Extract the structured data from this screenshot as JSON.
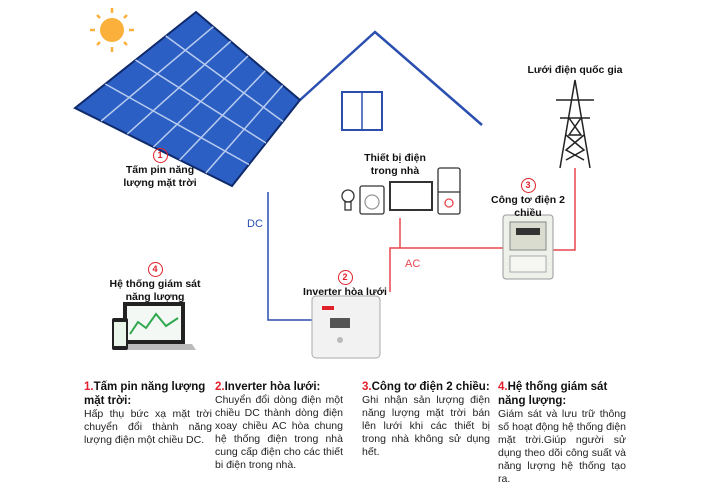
{
  "labels": {
    "panel": {
      "num": "1",
      "text": "Tấm pin năng lượng mặt trời"
    },
    "devices": {
      "text": "Thiết bị điện trong nhà"
    },
    "grid": {
      "text": "Lưới điện quốc gia"
    },
    "meter": {
      "num": "3",
      "text": "Công tơ điện 2 chiều"
    },
    "inverter": {
      "num": "2",
      "text": "Inverter hòa lưới"
    },
    "monitor": {
      "num": "4",
      "text": "Hệ thống giám sát năng lượng"
    }
  },
  "wires": {
    "dc": "DC",
    "ac": "AC"
  },
  "colors": {
    "dc": "#2a4fb0",
    "ac": "#e8474f",
    "accent": "#e0202a"
  },
  "descriptions": [
    {
      "num": "1.",
      "title": "Tấm pin năng lượng mặt trời:",
      "body": "Hấp thụ bức xạ mặt trời chuyển đổi thành năng lượng điện một chiều DC."
    },
    {
      "num": "2.",
      "title": "Inverter hòa lưới:",
      "body": "Chuyển đổi dòng điện một chiều DC thành dòng điện xoay chiều AC hòa chung hệ thống điện trong nhà cung cấp điện cho các thiết bi điện trong nhà."
    },
    {
      "num": "3.",
      "title": "Công tơ điện 2 chiều:",
      "body": "Ghi nhận sản lượng điện năng lượng mặt trời bán lên lưới khi các thiết bị trong nhà không sử dụng hết."
    },
    {
      "num": "4.",
      "title": "Hệ thống giám sát năng lượng:",
      "body": "Giám sát và lưu trữ thông số hoạt động hệ thống điện mặt trời.Giúp người sử dụng theo dõi công suất và năng lượng hệ thống tạo ra."
    }
  ]
}
